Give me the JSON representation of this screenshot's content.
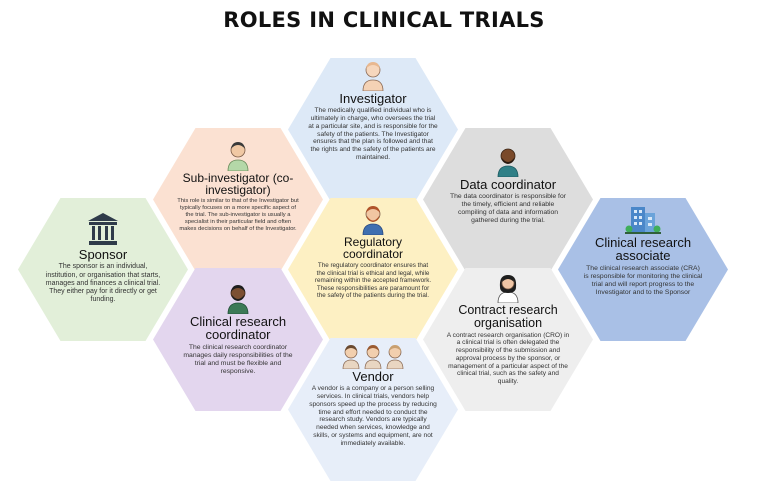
{
  "title": "ROLES IN CLINICAL TRIALS",
  "colors": {
    "investigator": "#dde9f7",
    "sub_investigator": "#fbe1d2",
    "data_coordinator": "#dddddd",
    "sponsor": "#e2efd9",
    "regulatory": "#fdf0c3",
    "cra": "#a9c0e6",
    "crc": "#e3d6ee",
    "contract": "#eeeeee",
    "vendor": "#e7eef9"
  },
  "roles": {
    "investigator": {
      "name": "Investigator",
      "icon": "person-icon",
      "desc": "The medically qualified individual who is ultimately in charge, who oversees the trial at a particular site, and is responsible for the safety of the patients. The Investigator ensures that the plan is followed and that the rights and the safety of the patients are maintained."
    },
    "sub_investigator": {
      "name": "Sub-investigator (co-investigator)",
      "icon": "person-icon",
      "desc": "This role is similar to that of the Investigator but typically focuses on a more specific aspect of the trial. The sub-investigator is usually a specialist in their particular field and often makes decisions on behalf of the Investigator."
    },
    "data_coordinator": {
      "name": "Data coordinator",
      "icon": "person-icon",
      "desc": "The data coordinator is responsible for the timely, efficient and reliable compiling of data and information gathered during the trial."
    },
    "sponsor": {
      "name": "Sponsor",
      "icon": "bank-icon",
      "desc": "The sponsor is an individual, institution, or organisation that starts, manages and finances a clinical trial. They either pay for it directly or get funding."
    },
    "regulatory": {
      "name": "Regulatory coordinator",
      "icon": "person-icon",
      "desc": "The regulatory coordinator ensures that the clinical trial is ethical and legal, while remaining within the accepted framework. These responsibilities are paramount for the safety of the patients during the trial."
    },
    "cra": {
      "name": "Clinical research associate",
      "icon": "building-icon",
      "desc": "The clinical research associate (CRA) is responsible for monitoring the clinical trial and will report progress to the Investigator and to the Sponsor"
    },
    "crc": {
      "name": "Clinical research coordinator",
      "icon": "person-icon",
      "desc": "The clinical research coordinator manages daily responsibilities of the trial and must be flexible and responsive."
    },
    "contract": {
      "name": "Contract research organisation",
      "icon": "person-icon",
      "desc": "A contract research organisation (CRO) in a clinical trial is often delegated the responsibility of the submission and approval process by the sponsor, or management of a particular aspect of the clinical trial, such as the safety and quality."
    },
    "vendor": {
      "name": "Vendor",
      "icon": "group-icon",
      "desc": "A vendor is a company or a person selling services. In clinical trials, vendors help sponsors speed up the process by reducing time and effort needed to conduct the research study. Vendors are typically needed when services, knowledge and skills, or systems and equipment, are not immediately available."
    }
  }
}
